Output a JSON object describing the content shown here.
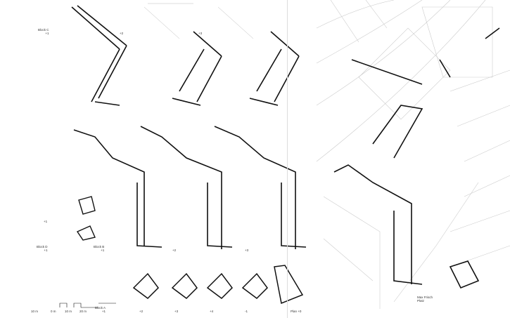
{
  "block_c": {
    "name": "Block C",
    "levels": [
      "+1",
      "+2",
      "+3"
    ]
  },
  "block_d": {
    "name": "Block D",
    "levels": [
      "+1",
      "+1"
    ]
  },
  "block_b": {
    "name": "Block B",
    "levels": [
      "+1",
      "+2",
      "+3"
    ]
  },
  "block_a": {
    "name": "Block A",
    "levels": [
      "+1",
      "+2",
      "+3",
      "+4",
      "-1"
    ]
  },
  "scale_bar": {
    "ticks": [
      "10 m",
      "0 m",
      "10 m",
      "20 m"
    ]
  },
  "site_plan": {
    "title": "Plan +0",
    "place_label": "Max Frisch Platz"
  }
}
